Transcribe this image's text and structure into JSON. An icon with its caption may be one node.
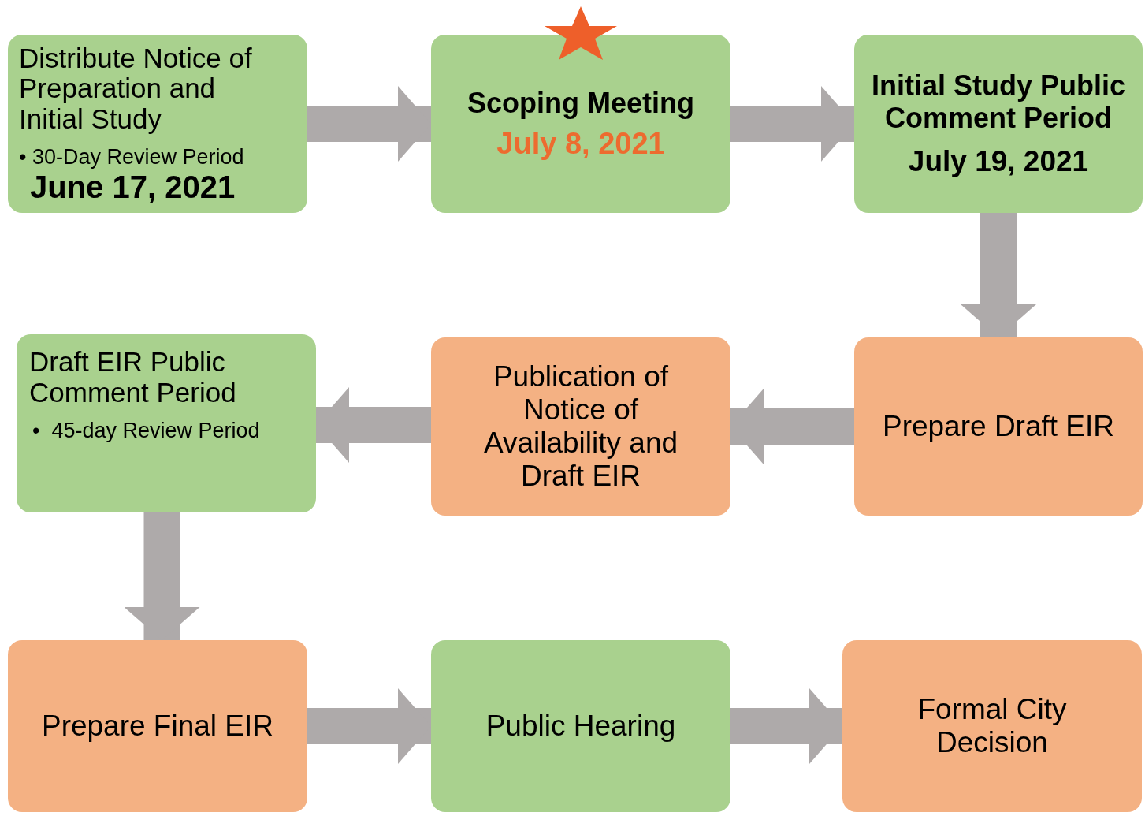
{
  "diagram": {
    "nodes": [
      {
        "text": [
          "Distribute Notice of Preparation and Initial Study",
          "• 30-Day Review Period",
          "June 17, 2021"
        ]
      },
      {
        "text": [
          "Scoping Meeting",
          "July 8, 2021"
        ]
      },
      {
        "text": [
          "Initial Study Public Comment Period",
          "July 19, 2021"
        ]
      },
      {
        "text": [
          "Prepare Draft EIR"
        ]
      },
      {
        "text": [
          "Publication of Notice of Availability and Draft EIR"
        ]
      },
      {
        "text": [
          "Draft EIR Public Comment Period",
          "•  45-day Review Period"
        ]
      },
      {
        "text": [
          "Prepare Final EIR"
        ]
      },
      {
        "text": [
          "Public Hearing"
        ]
      },
      {
        "text": [
          "Formal City Decision"
        ]
      }
    ],
    "edges": [
      {
        "from": 0,
        "to": 1,
        "arrow": "to"
      },
      {
        "from": 1,
        "to": 2,
        "arrow": "to"
      },
      {
        "from": 2,
        "to": 3,
        "arrow": "to"
      },
      {
        "from": 3,
        "to": 4,
        "arrow": "to"
      },
      {
        "from": 4,
        "to": 5,
        "arrow": "to"
      },
      {
        "from": 5,
        "to": 6,
        "arrow": "to"
      },
      {
        "from": 6,
        "to": 7,
        "arrow": "to"
      },
      {
        "from": 7,
        "to": 8,
        "arrow": "to"
      }
    ]
  }
}
